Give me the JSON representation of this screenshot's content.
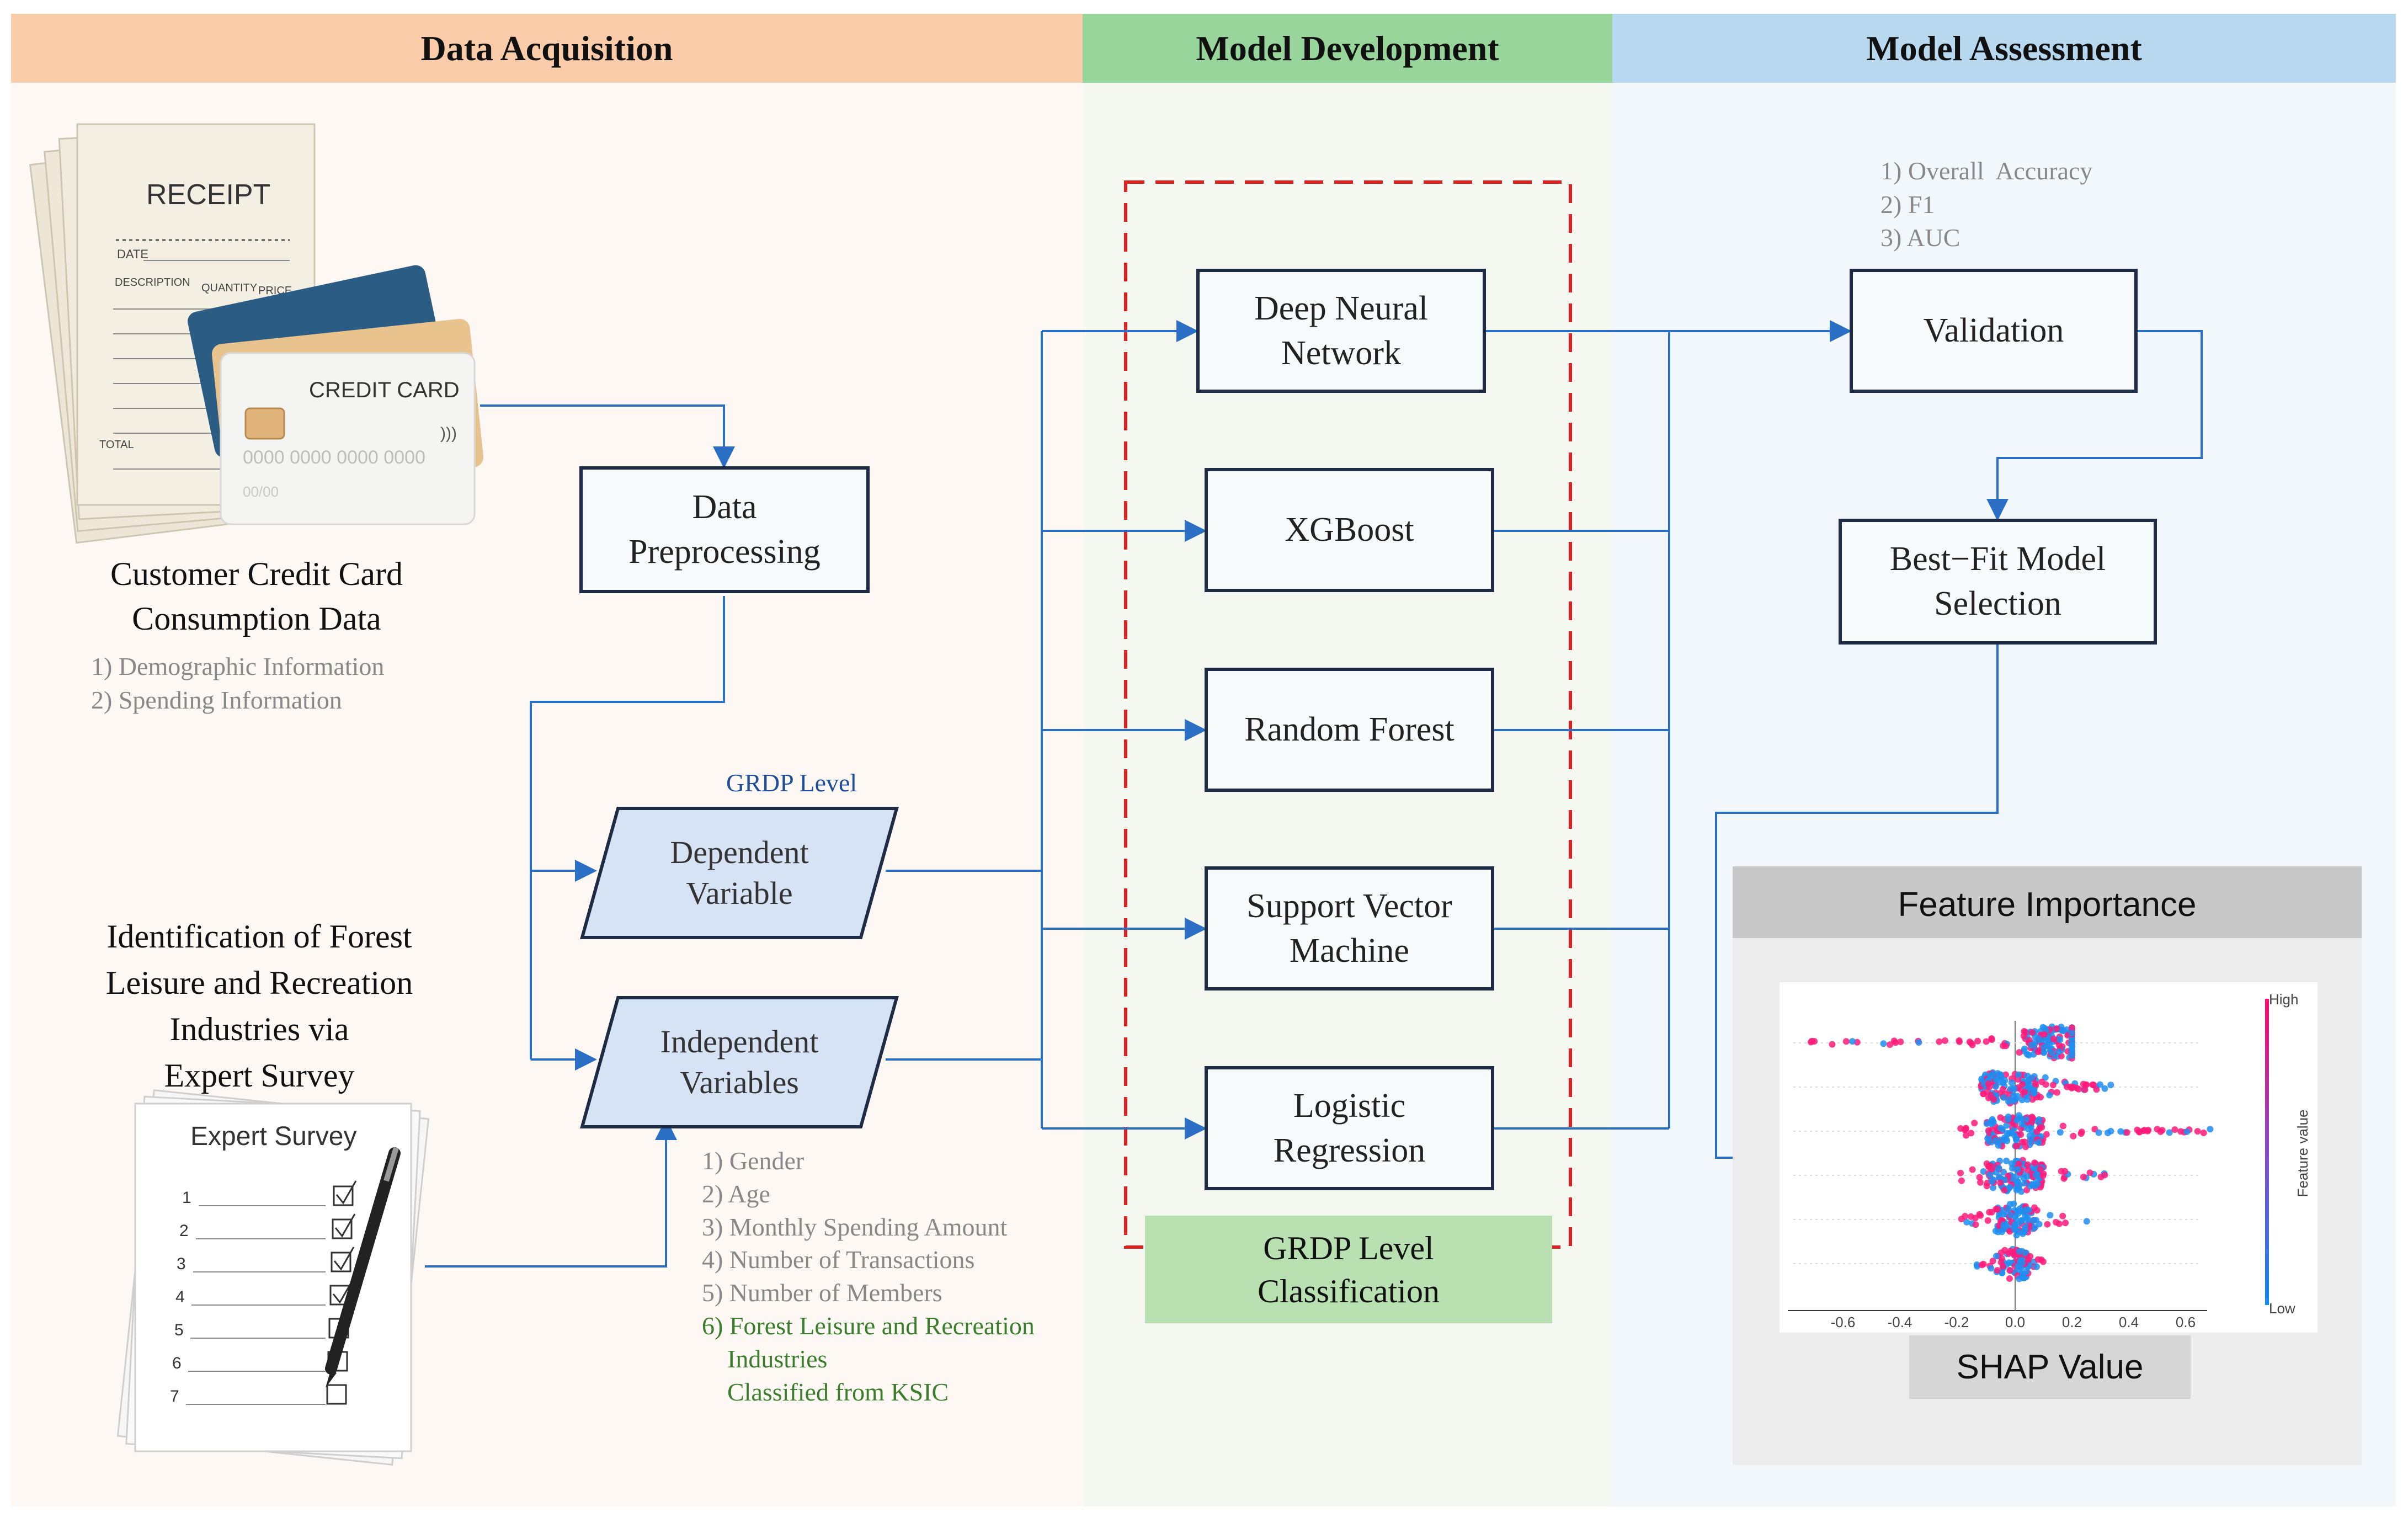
{
  "colors": {
    "acq_header": "#fbccaa",
    "dev_header": "#98d59a",
    "assess_header": "#b7d8ef",
    "acq_bg": "#fdf8f3",
    "dev_bg": "#f4f8f1",
    "assess_bg": "#f1f7fb",
    "arrow": "#2a6fc4",
    "dashed": "#e02020",
    "box_border": "#1d2b45",
    "var_fill": "#d6e3f4",
    "grdp_fill": "#b8e0b0"
  },
  "sections": {
    "acquisition": "Data Acquisition",
    "development": "Model Development",
    "assessment": "Model Assessment"
  },
  "acquisition": {
    "receipt": {
      "title": "RECEIPT",
      "date": "DATE",
      "description": "DESCRIPTION",
      "quantity": "QUANTITY",
      "price": "PRICE",
      "total": "TOTAL"
    },
    "card": {
      "title": "CREDIT CARD",
      "number": "0000  0000  0000  0000",
      "expiry": "00/00"
    },
    "card_data_label": "Customer Credit Card\nConsumption Data",
    "card_data_items": [
      "1) Demographic Information",
      "2) Spending Information"
    ],
    "survey_label": "Identification of Forest\nLeisure and Recreation\nIndustries via\nExpert Survey",
    "survey_sheet": {
      "title": "Expert Survey",
      "items": [
        "1",
        "2",
        "3",
        "4",
        "5",
        "6",
        "7"
      ]
    },
    "preprocessing": "Data\nPreprocessing",
    "grdp_level": "GRDP Level",
    "dependent": "Dependent\nVariable",
    "independent": "Independent\nVariables",
    "independent_items": [
      "1) Gender",
      "2) Age",
      "3) Monthly Spending Amount",
      "4) Number of Transactions",
      "5) Number of Members"
    ],
    "forest_items": [
      "6) Forest Leisure and Recreation",
      "    Industries",
      "    Classified from KSIC"
    ]
  },
  "development": {
    "models": [
      "Deep Neural\nNetwork",
      "XGBoost",
      "Random Forest",
      "Support Vector\nMachine",
      "Logistic\nRegression"
    ],
    "classification": "GRDP Level\nClassification"
  },
  "assessment": {
    "metrics": [
      "1) Overall  Accuracy",
      "2) F1",
      "3) AUC"
    ],
    "validation": "Validation",
    "best_fit": "Best−Fit Model\nSelection",
    "feature_importance": "Feature Importance",
    "shap_value": "SHAP Value",
    "shap_axis_ticks": [
      "-0.6",
      "-0.4",
      "-0.2",
      "0.0",
      "0.2",
      "0.4",
      "0.6"
    ],
    "colorbar": {
      "high": "High",
      "low": "Low",
      "title": "Feature value"
    }
  }
}
